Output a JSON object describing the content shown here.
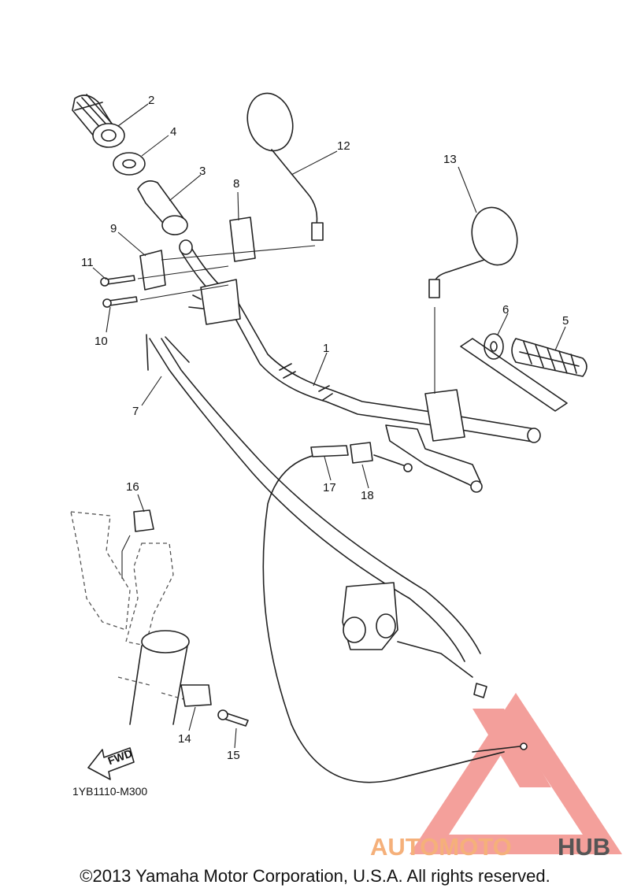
{
  "diagram_code": "1YB1110-M300",
  "fwd_label": "FWD",
  "copyright": "©2013 Yamaha Motor Corporation, U.S.A. All rights reserved.",
  "watermark": {
    "part1": "AUTOMOTO",
    "part2": "HUB",
    "color_light": "#f5b07a",
    "color_dark": "#555555",
    "logo_color": "#f0807a"
  },
  "callouts": [
    {
      "id": "1",
      "label": "1"
    },
    {
      "id": "2",
      "label": "2"
    },
    {
      "id": "3",
      "label": "3"
    },
    {
      "id": "4",
      "label": "4"
    },
    {
      "id": "5",
      "label": "5"
    },
    {
      "id": "6",
      "label": "6"
    },
    {
      "id": "7",
      "label": "7"
    },
    {
      "id": "8",
      "label": "8"
    },
    {
      "id": "9",
      "label": "9"
    },
    {
      "id": "10",
      "label": "10"
    },
    {
      "id": "11",
      "label": "11"
    },
    {
      "id": "12",
      "label": "12"
    },
    {
      "id": "13",
      "label": "13"
    },
    {
      "id": "14",
      "label": "14"
    },
    {
      "id": "15",
      "label": "15"
    },
    {
      "id": "16",
      "label": "16"
    },
    {
      "id": "17",
      "label": "17"
    },
    {
      "id": "18",
      "label": "18"
    }
  ]
}
